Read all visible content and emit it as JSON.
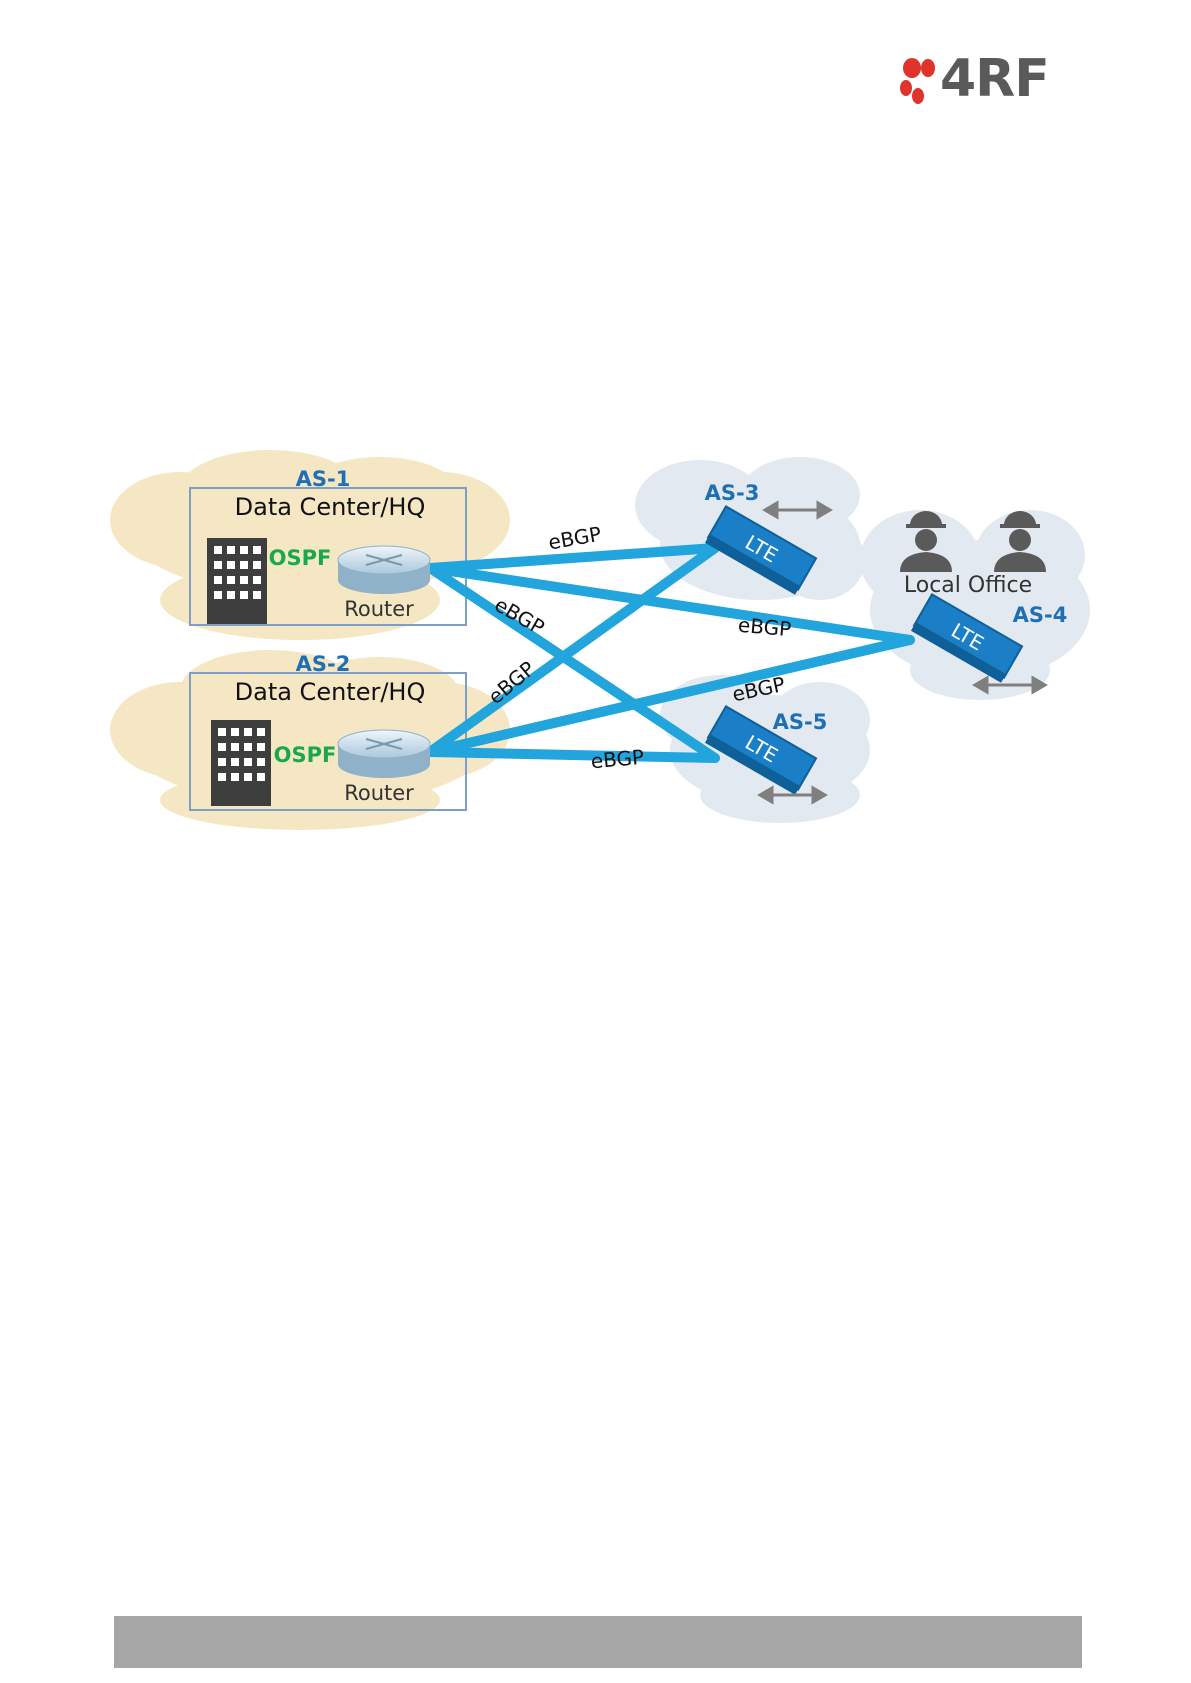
{
  "header": {
    "brand": "4RF"
  },
  "diagram": {
    "as1": {
      "label": "AS-1",
      "title": "Data Center/HQ",
      "protocol": "OSPF",
      "device": "Router"
    },
    "as2": {
      "label": "AS-2",
      "title": "Data Center/HQ",
      "protocol": "OSPF",
      "device": "Router"
    },
    "as3": {
      "label": "AS-3",
      "device": "LTE"
    },
    "as4": {
      "label": "AS-4",
      "device": "LTE",
      "site": "Local Office"
    },
    "as5": {
      "label": "AS-5",
      "device": "LTE"
    },
    "links": {
      "l1": "eBGP",
      "l2": "eBGP",
      "l3": "eBGP",
      "l4": "eBGP",
      "l5": "eBGP",
      "l6": "eBGP"
    },
    "colors": {
      "link": "#22a4dc",
      "as_label": "#1f6fb5",
      "ospf": "#1aa84a",
      "cloud_warm": "#f5e7c4",
      "cloud_cool": "#e3e9f1",
      "lte": "#1a7fc6"
    }
  }
}
